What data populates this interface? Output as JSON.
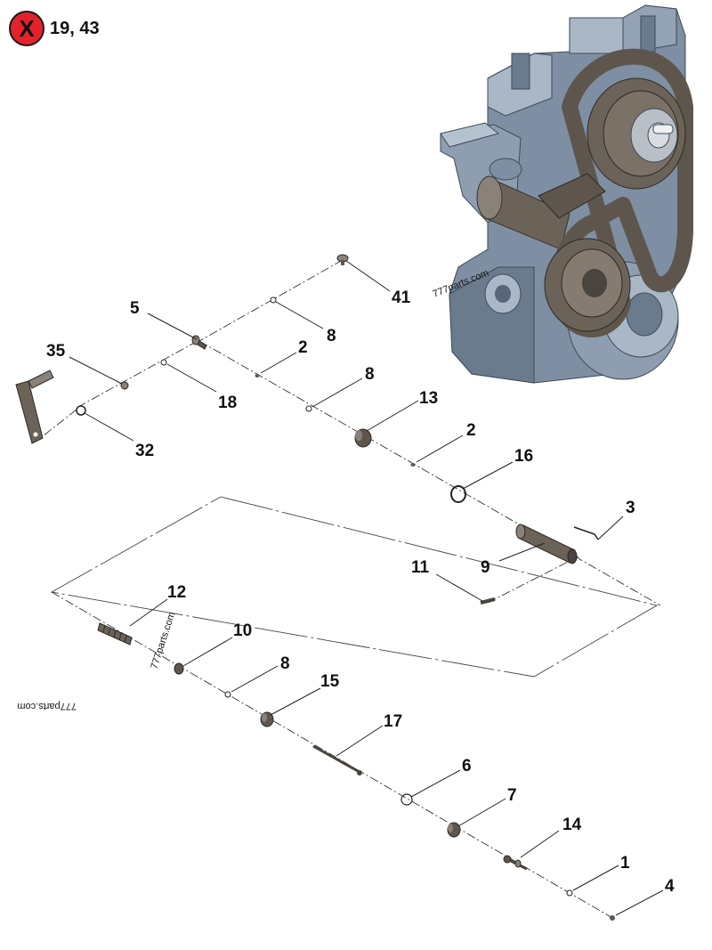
{
  "excluded": {
    "badge": "X",
    "items": "19, 43",
    "badge_color": "#e3222b"
  },
  "watermark": "777parts.com",
  "callouts": {
    "c41": "41",
    "c5": "5",
    "c8a": "8",
    "c2a": "2",
    "c8b": "8",
    "c35": "35",
    "c18": "18",
    "c13": "13",
    "c32": "32",
    "c2b": "2",
    "c16": "16",
    "c3": "3",
    "c11": "11",
    "c9": "9",
    "c12": "12",
    "c10": "10",
    "c8c": "8",
    "c15": "15",
    "c17": "17",
    "c6": "6",
    "c7": "7",
    "c14": "14",
    "c1": "1",
    "c4": "4"
  },
  "colors": {
    "engine_body": "#7e8fa3",
    "engine_light": "#a9b7c6",
    "engine_dark": "#57667a",
    "belt": "#5e564d",
    "part_dark": "#4a443e",
    "part_mid": "#8a8178"
  }
}
